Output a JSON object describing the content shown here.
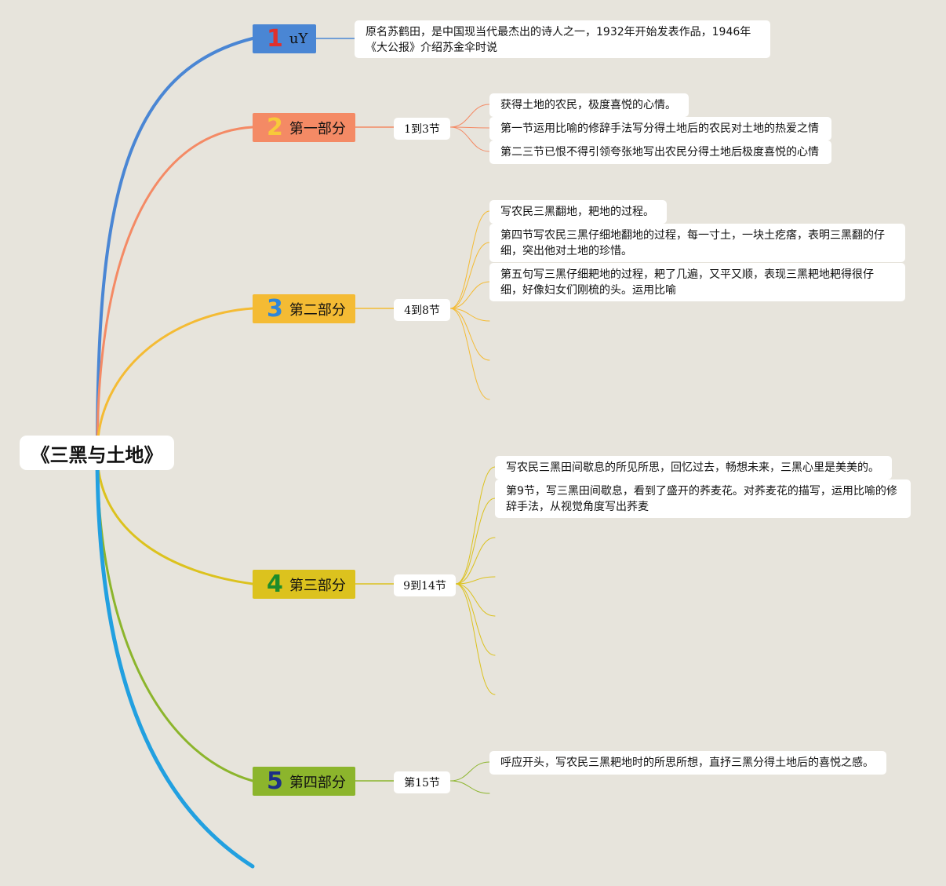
{
  "root": {
    "title": "《三黑与土地》"
  },
  "branches": [
    {
      "num": "1",
      "label": "uY",
      "color": "#4a86d4",
      "num_color": "#e0312e",
      "section": "",
      "leaves": [
        "原名苏鹤田，是中国现当代最杰出的诗人之一，1932年开始发表作品，1946年《大公报》介绍苏金伞时说"
      ]
    },
    {
      "num": "2",
      "label": "第一部分",
      "color": "#f48a65",
      "num_color": "#f7c93a",
      "section": "1到3节",
      "leaves": [
        "获得土地的农民，极度喜悦的心情。",
        "第一节运用比喻的修辞手法写分得土地后的农民对土地的热爱之情",
        "第二三节已恨不得引领夸张地写出农民分得土地后极度喜悦的心情"
      ]
    },
    {
      "num": "3",
      "label": "第二部分",
      "color": "#f4bb34",
      "num_color": "#2f86d8",
      "section": "4到8节",
      "leaves": [
        "写农民三黑翻地，耙地的过程。",
        "第四节写农民三黑仔细地翻地的过程，每一寸土，一块土疙瘩，表明三黑翻的仔细，突出他对土地的珍惜。",
        "第五句写三黑仔细耙地的过程，耙了几遍，又平又顺，表现三黑耙地耙得很仔细，好像妇女们刚梳的头。运用比喻"
      ]
    },
    {
      "num": "4",
      "label": "第三部分",
      "color": "#dcc21e",
      "num_color": "#1d8c2a",
      "section": "9到14节",
      "leaves": [
        "写农民三黑田间歇息的所见所思，回忆过去，畅想未来，三黑心里是美美的。",
        "第9节，写三黑田间歇息，看到了盛开的荞麦花。对荞麦花的描写，运用比喻的修辞手法，从视觉角度写出荞麦"
      ]
    },
    {
      "num": "5",
      "label": "第四部分",
      "color": "#8cb52c",
      "num_color": "#1c2f86",
      "section": "第15节",
      "leaves": [
        "呼应开头，写农民三黑耙地时的所思所想，直抒三黑分得土地后的喜悦之感。"
      ]
    }
  ],
  "extra_branch_color": "#22a0e0"
}
